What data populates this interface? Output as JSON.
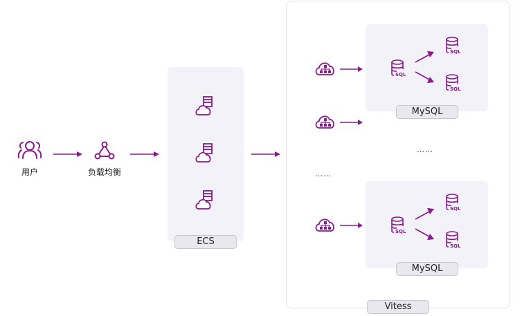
{
  "colors": {
    "accent": "#8b1a8e",
    "panel": "#f3f2f8",
    "tag_bg": "#e9e8ee",
    "border": "#e2e1e8"
  },
  "nodes": {
    "user": {
      "label": "用户",
      "icon": "users-icon"
    },
    "load_balancer": {
      "label": "负载均衡",
      "icon": "load-balancer-icon"
    },
    "ecs": {
      "label": "ECS",
      "icon": "cloud-server-icon",
      "count": 3
    },
    "vitess": {
      "label": "Vitess",
      "router_icon": "cloud-network-icon"
    },
    "mysql_groups": [
      {
        "label": "MySQL",
        "primary_icon": "sql-database-icon",
        "replicas": 2
      },
      {
        "label": "MySQL",
        "primary_icon": "sql-database-icon",
        "replicas": 2
      }
    ],
    "ellipsis_mysql": "……",
    "ellipsis_router": "……"
  },
  "sql_text": "SQL"
}
